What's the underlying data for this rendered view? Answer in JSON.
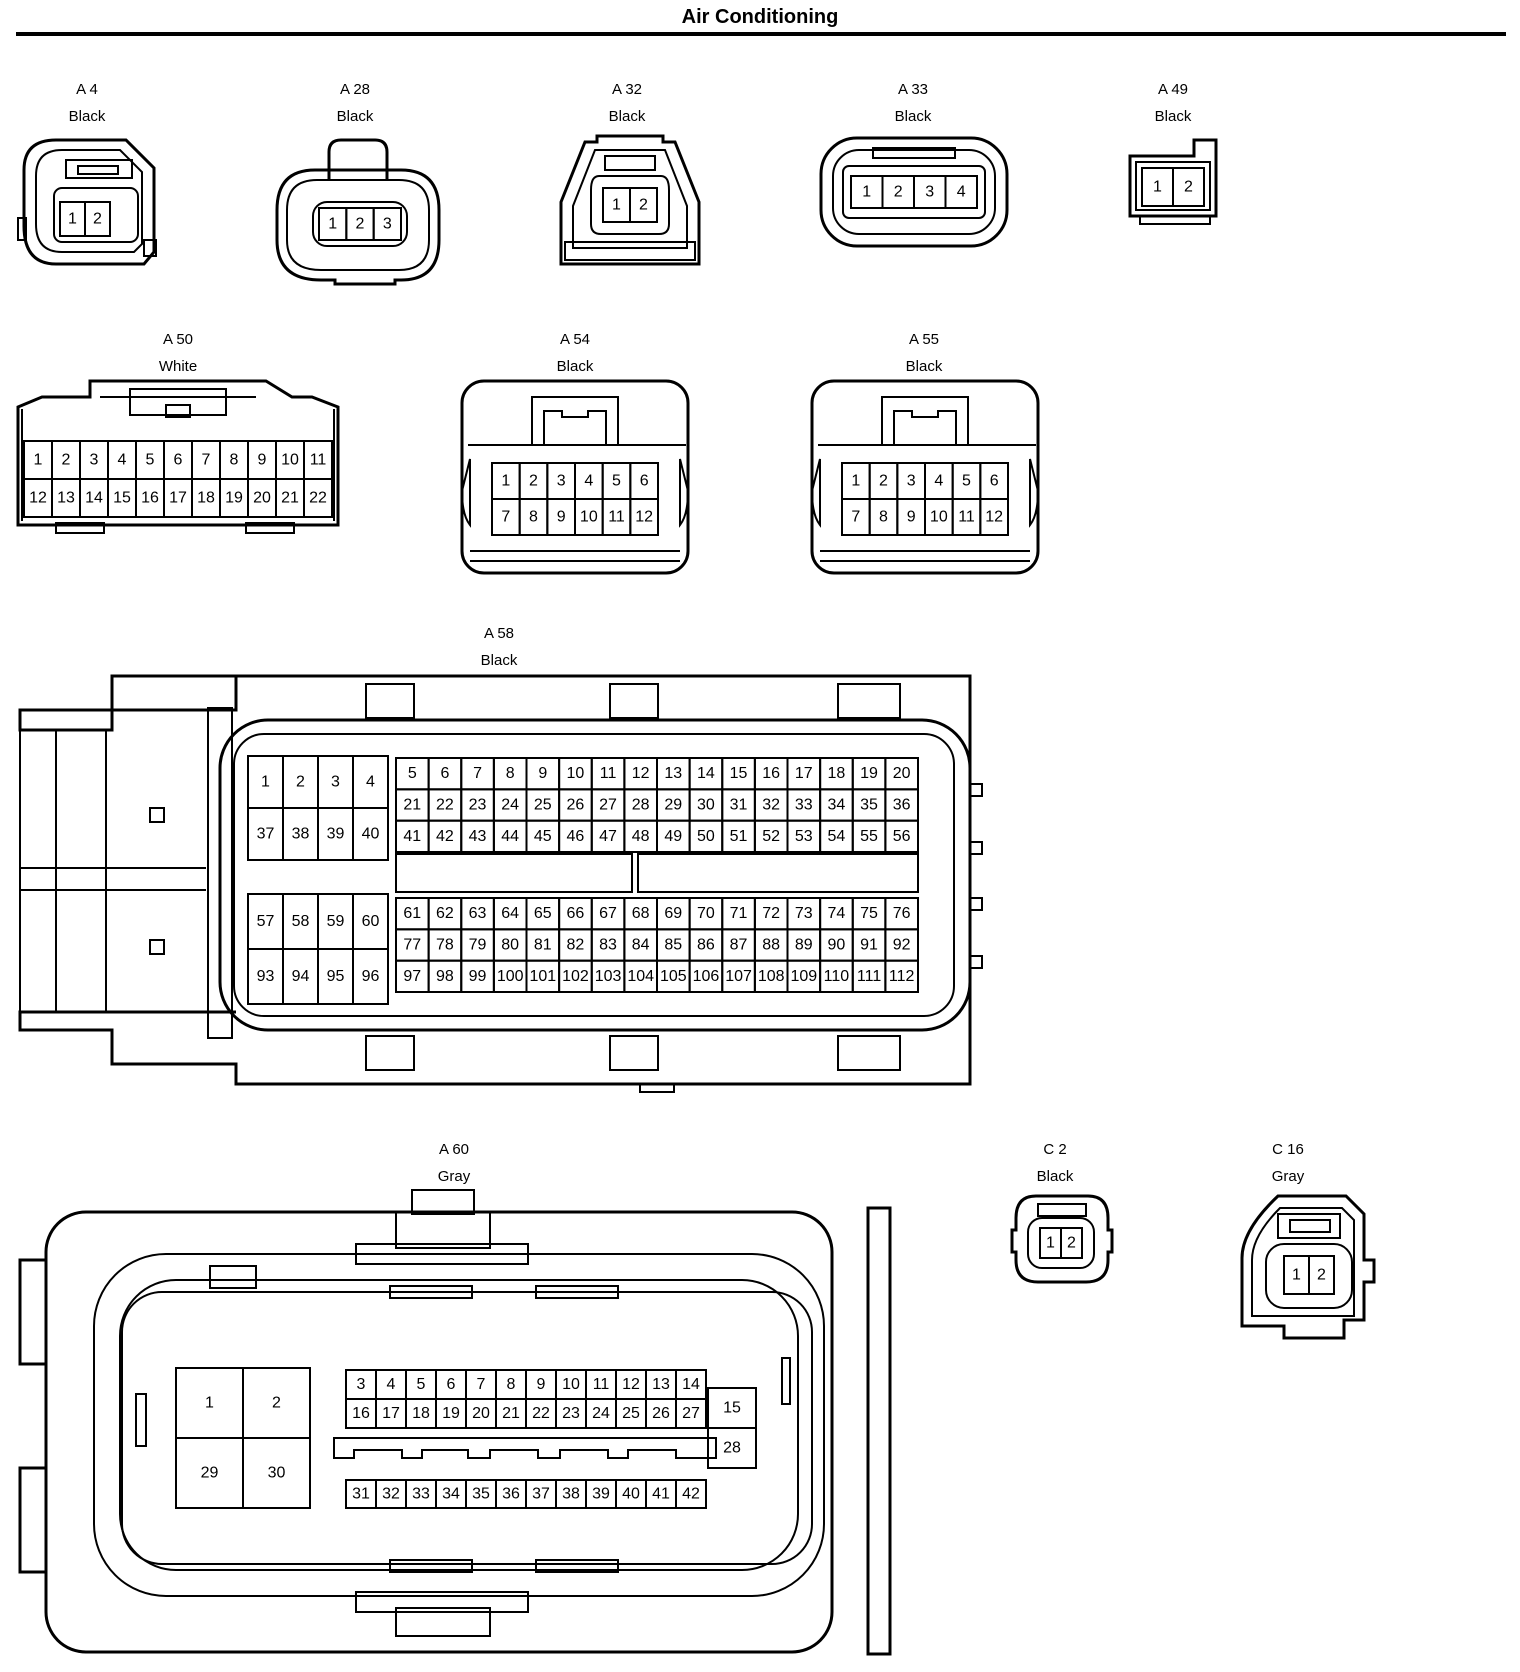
{
  "title": "Air Conditioning",
  "connectors": {
    "A4": {
      "id": "A 4",
      "color": "Black"
    },
    "A28": {
      "id": "A 28",
      "color": "Black"
    },
    "A32": {
      "id": "A 32",
      "color": "Black"
    },
    "A33": {
      "id": "A 33",
      "color": "Black"
    },
    "A49": {
      "id": "A 49",
      "color": "Black"
    },
    "A50": {
      "id": "A 50",
      "color": "White"
    },
    "A54": {
      "id": "A 54",
      "color": "Black"
    },
    "A55": {
      "id": "A 55",
      "color": "Black"
    },
    "A58": {
      "id": "A 58",
      "color": "Black"
    },
    "A60": {
      "id": "A 60",
      "color": "Gray"
    },
    "C2": {
      "id": "C 2",
      "color": "Black"
    },
    "C16": {
      "id": "C 16",
      "color": "Gray"
    }
  },
  "pins": {
    "A4": [
      [
        "1",
        "2"
      ]
    ],
    "A28": [
      [
        "1",
        "2",
        "3"
      ]
    ],
    "A32": [
      [
        "1",
        "2"
      ]
    ],
    "A33": [
      [
        "1",
        "2",
        "3",
        "4"
      ]
    ],
    "A49": [
      [
        "1",
        "2"
      ]
    ],
    "A50": [
      [
        "1",
        "2",
        "3",
        "4",
        "5",
        "6",
        "7",
        "8",
        "9",
        "10",
        "11"
      ],
      [
        "12",
        "13",
        "14",
        "15",
        "16",
        "17",
        "18",
        "19",
        "20",
        "21",
        "22"
      ]
    ],
    "A54": [
      [
        "1",
        "2",
        "3",
        "4",
        "5",
        "6"
      ],
      [
        "7",
        "8",
        "9",
        "10",
        "11",
        "12"
      ]
    ],
    "A55": [
      [
        "1",
        "2",
        "3",
        "4",
        "5",
        "6"
      ],
      [
        "7",
        "8",
        "9",
        "10",
        "11",
        "12"
      ]
    ],
    "A58_big_top": [
      [
        "1",
        "2",
        "3",
        "4"
      ],
      [
        "37",
        "38",
        "39",
        "40"
      ]
    ],
    "A58_small_top": [
      [
        "5",
        "6",
        "7",
        "8",
        "9",
        "10",
        "11",
        "12",
        "13",
        "14",
        "15",
        "16",
        "17",
        "18",
        "19",
        "20"
      ],
      [
        "21",
        "22",
        "23",
        "24",
        "25",
        "26",
        "27",
        "28",
        "29",
        "30",
        "31",
        "32",
        "33",
        "34",
        "35",
        "36"
      ],
      [
        "41",
        "42",
        "43",
        "44",
        "45",
        "46",
        "47",
        "48",
        "49",
        "50",
        "51",
        "52",
        "53",
        "54",
        "55",
        "56"
      ]
    ],
    "A58_big_bot": [
      [
        "57",
        "58",
        "59",
        "60"
      ],
      [
        "93",
        "94",
        "95",
        "96"
      ]
    ],
    "A58_small_bot": [
      [
        "61",
        "62",
        "63",
        "64",
        "65",
        "66",
        "67",
        "68",
        "69",
        "70",
        "71",
        "72",
        "73",
        "74",
        "75",
        "76"
      ],
      [
        "77",
        "78",
        "79",
        "80",
        "81",
        "82",
        "83",
        "84",
        "85",
        "86",
        "87",
        "88",
        "89",
        "90",
        "91",
        "92"
      ],
      [
        "97",
        "98",
        "99",
        "100",
        "101",
        "102",
        "103",
        "104",
        "105",
        "106",
        "107",
        "108",
        "109",
        "110",
        "111",
        "112"
      ]
    ],
    "A60_big": [
      [
        "1",
        "2"
      ],
      [
        "29",
        "30"
      ]
    ],
    "A60_mid": [
      [
        "3",
        "4",
        "5",
        "6",
        "7",
        "8",
        "9",
        "10",
        "11",
        "12",
        "13",
        "14"
      ],
      [
        "16",
        "17",
        "18",
        "19",
        "20",
        "21",
        "22",
        "23",
        "24",
        "25",
        "26",
        "27"
      ]
    ],
    "A60_side": [
      [
        "15"
      ],
      [
        "28"
      ]
    ],
    "A60_low": [
      [
        "31",
        "32",
        "33",
        "34",
        "35",
        "36",
        "37",
        "38",
        "39",
        "40",
        "41",
        "42"
      ]
    ],
    "C2": [
      [
        "1",
        "2"
      ]
    ],
    "C16": [
      [
        "1",
        "2"
      ]
    ]
  }
}
